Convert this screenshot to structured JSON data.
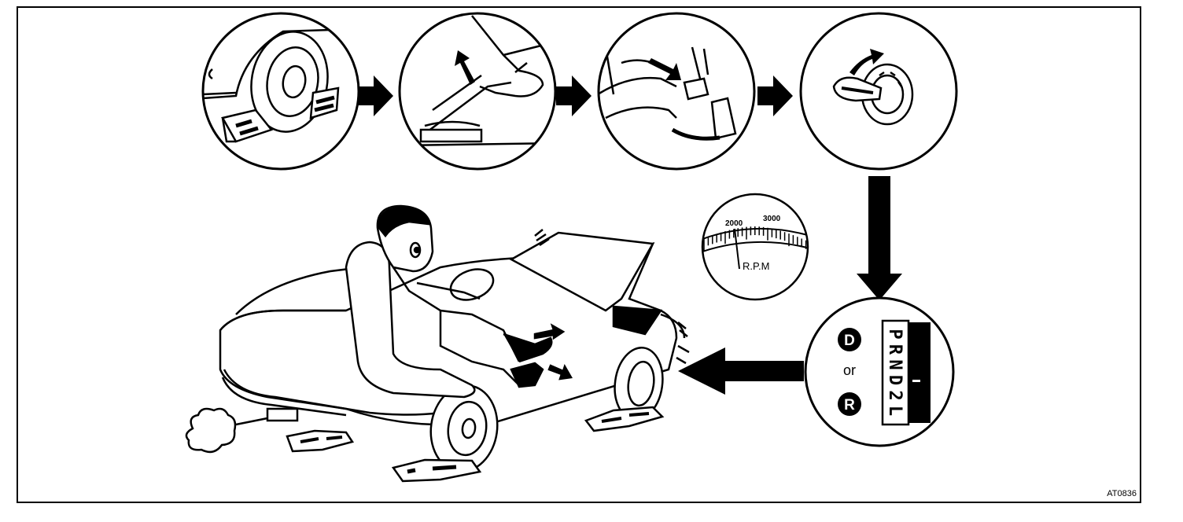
{
  "figure_id": "AT0836",
  "gauge": {
    "tick_2000": "2000",
    "tick_3000": "3000",
    "unit": "R.P.M"
  },
  "shift": {
    "option_d": "D",
    "connector": "or",
    "option_r": "R",
    "positions": [
      "P",
      "R",
      "N",
      "D",
      "2",
      "L"
    ]
  },
  "colors": {
    "ink": "#000000",
    "paper": "#ffffff"
  }
}
